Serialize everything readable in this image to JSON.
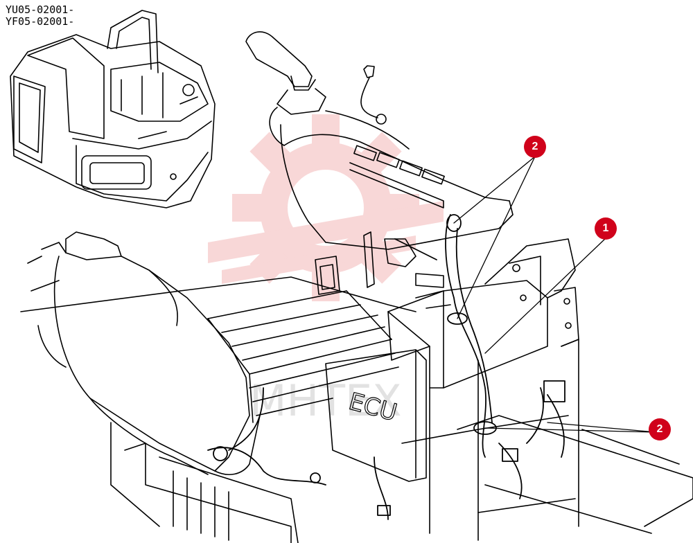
{
  "serials": [
    "YU05-02001-",
    "YF05-02001-"
  ],
  "ecu_label": "ECU",
  "watermark": "MHTEX",
  "callouts": [
    {
      "id": "c2a",
      "number": "2"
    },
    {
      "id": "c1",
      "number": "1"
    },
    {
      "id": "c2b",
      "number": "2"
    }
  ],
  "colors": {
    "line": "#000000",
    "callout": "#d0021b",
    "watermark": "#f3b7b7"
  }
}
